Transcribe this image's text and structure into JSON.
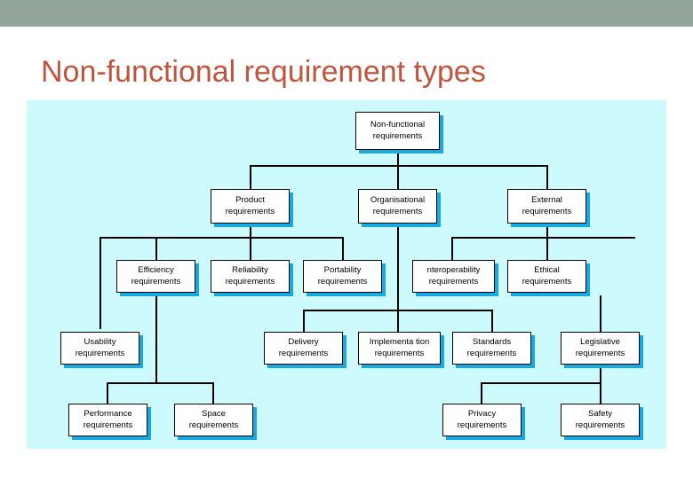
{
  "slide": {
    "title": "Non-functional requirement types",
    "title_color": "#c0543c",
    "band_color": "#93a49b",
    "panel_color": "#cdfbfd",
    "node_fill": "#ffffff",
    "node_border": "#000000",
    "node_shadow": "#17a9e0",
    "line_color": "#000000"
  },
  "diagram": {
    "type": "tree",
    "root": "non-functional-requirements",
    "nodes": [
      {
        "id": "non-functional-requirements",
        "line1": "Non-functional",
        "line2": "requirements",
        "level": 0
      },
      {
        "id": "product-requirements",
        "line1": "Product",
        "line2": "requirements",
        "level": 1
      },
      {
        "id": "organisational-requirements",
        "line1": "Organisational",
        "line2": "requirements",
        "level": 1
      },
      {
        "id": "external-requirements",
        "line1": "External",
        "line2": "requirements",
        "level": 1
      },
      {
        "id": "efficiency-requirements",
        "line1": "Efficiency",
        "line2": "requirements",
        "level": 2
      },
      {
        "id": "reliability-requirements",
        "line1": "Reliability",
        "line2": "requirements",
        "level": 2
      },
      {
        "id": "portability-requirements",
        "line1": "Portability",
        "line2": "requirements",
        "level": 2
      },
      {
        "id": "interoperability-requirements",
        "line1": "nteroperability",
        "line2": "requirements",
        "level": 2
      },
      {
        "id": "ethical-requirements",
        "line1": "Ethical",
        "line2": "requirements",
        "level": 2
      },
      {
        "id": "usability-requirements",
        "line1": "Usability",
        "line2": "requirements",
        "level": 3
      },
      {
        "id": "delivery-requirements",
        "line1": "Delivery",
        "line2": "requirements",
        "level": 3
      },
      {
        "id": "implementation-requirements",
        "line1": "Implementa tion",
        "line2": "requirements",
        "level": 3
      },
      {
        "id": "standards-requirements",
        "line1": "Standards",
        "line2": "requirements",
        "level": 3
      },
      {
        "id": "legislative-requirements",
        "line1": "Legislative",
        "line2": "requirements",
        "level": 3
      },
      {
        "id": "performance-requirements",
        "line1": "Performance",
        "line2": "requirements",
        "level": 4
      },
      {
        "id": "space-requirements",
        "line1": "Space",
        "line2": "requirements",
        "level": 4
      },
      {
        "id": "privacy-requirements",
        "line1": "Privacy",
        "line2": "requirements",
        "level": 4
      },
      {
        "id": "safety-requirements",
        "line1": "Safety",
        "line2": "requirements",
        "level": 4
      }
    ],
    "edges": [
      {
        "from": "non-functional-requirements",
        "to": "product-requirements"
      },
      {
        "from": "non-functional-requirements",
        "to": "organisational-requirements"
      },
      {
        "from": "non-functional-requirements",
        "to": "external-requirements"
      },
      {
        "from": "product-requirements",
        "to": "efficiency-requirements"
      },
      {
        "from": "product-requirements",
        "to": "reliability-requirements"
      },
      {
        "from": "product-requirements",
        "to": "portability-requirements"
      },
      {
        "from": "product-requirements",
        "to": "usability-requirements"
      },
      {
        "from": "external-requirements",
        "to": "interoperability-requirements"
      },
      {
        "from": "external-requirements",
        "to": "ethical-requirements"
      },
      {
        "from": "organisational-requirements",
        "to": "delivery-requirements"
      },
      {
        "from": "organisational-requirements",
        "to": "implementation-requirements"
      },
      {
        "from": "organisational-requirements",
        "to": "standards-requirements"
      },
      {
        "from": "ethical-requirements",
        "to": "legislative-requirements"
      },
      {
        "from": "efficiency-requirements",
        "to": "performance-requirements"
      },
      {
        "from": "efficiency-requirements",
        "to": "space-requirements"
      },
      {
        "from": "legislative-requirements",
        "to": "privacy-requirements"
      },
      {
        "from": "legislative-requirements",
        "to": "safety-requirements"
      }
    ]
  }
}
